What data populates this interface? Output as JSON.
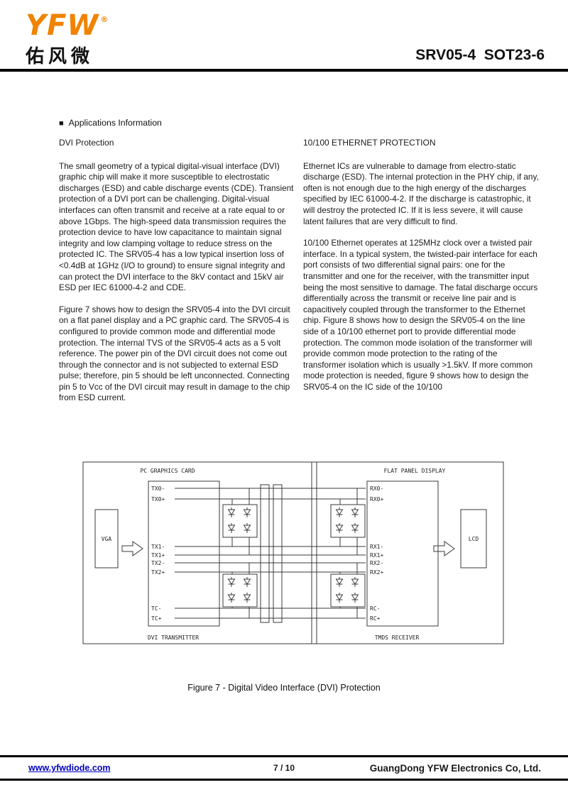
{
  "header": {
    "logo_text": "YFW",
    "logo_reg": "®",
    "logo_cn": "佑风微",
    "doc_title": "SRV05-4  SOT23-6"
  },
  "section": {
    "marker": "■",
    "title": "Applications Information"
  },
  "left_column": {
    "heading": "DVI Protection",
    "para1": "The small geometry of a typical digital-visual interface (DVI) graphic chip will make it more susceptible to electrostatic discharges (ESD) and cable discharge events (CDE).  Transient protection of a DVI port can be challenging.  Digital-visual interfaces can often transmit and receive at a rate equal to or above 1Gbps.  The high-speed data transmission requires the protection device to have low capacitance to maintain signal integrity and low clamping voltage to reduce stress on the protected IC.  The SRV05-4 has a low typical insertion loss of <0.4dB at 1GHz (I/O to ground) to ensure signal integrity and can protect the DVI interface to the 8kV contact and 15kV air ESD per IEC 61000-4-2 and CDE.",
    "para2": "Figure 7 shows how to design the SRV05-4 into the DVI circuit on a flat panel display and a PC graphic card.  The SRV05-4 is configured to provide common mode and differential mode protection.  The internal TVS of the SRV05-4 acts as a 5 volt reference.  The power pin of the DVI circuit does not come out through the connector and is not subjected to external ESD pulse; therefore, pin 5 should be left unconnected. Connecting pin 5 to Vcc of the DVI circuit may result in damage to the chip from ESD current."
  },
  "right_column": {
    "heading": "10/100 ETHERNET PROTECTION",
    "para1": "Ethernet ICs are vulnerable to damage from electro-static discharge (ESD).  The internal protection in the PHY chip, if any, often is not enough due to the high energy of the discharges specified by IEC 61000-4-2. If the discharge is catastrophic, it will destroy the protected IC.  If it is less severe, it will cause latent failures that are very difficult to find.",
    "para2": "10/100 Ethernet operates at 125MHz clock over a twisted pair interface.  In a typical system, the twisted-pair interface for each port consists of two differential signal pairs: one for the transmitter and one for the receiver, with the transmitter input being the most sensitive to damage.  The fatal discharge occurs differentially across the transmit or receive line pair and is capacitively coupled through the transformer to the Ethernet chip.  Figure 8 shows how to design the SRV05-4 on the line side of a 10/100 ethernet port to provide differential mode protection.  The common mode isolation of the transformer will provide common mode protection to the rating of the transformer isolation which is usually >1.5kV.  If more common mode protection is needed, figure 9 shows how to design the SRV05-4 on the IC side of the 10/100"
  },
  "figure": {
    "left_board_label": "PC GRAPHICS CARD",
    "right_board_label": "FLAT PANEL DISPLAY",
    "vga_label": "VGA",
    "lcd_label": "LCD",
    "left_signals": [
      "TX0-",
      "TX0+",
      "TX1-",
      "TX1+",
      "TX2-",
      "TX2+",
      "TC-",
      "TC+"
    ],
    "right_signals": [
      "RX0-",
      "RX0+",
      "RX1-",
      "RX1+",
      "RX2-",
      "RX2+",
      "RC-",
      "RC+"
    ],
    "left_footer": "DVI TRANSMITTER",
    "right_footer": "TMDS RECEIVER",
    "caption": "Figure 7 - Digital Video Interface (DVI) Protection"
  },
  "footer": {
    "website": "www.yfwdiode.com",
    "page": "7 / 10",
    "company": "GuangDong YFW Electronics Co, Ltd."
  }
}
